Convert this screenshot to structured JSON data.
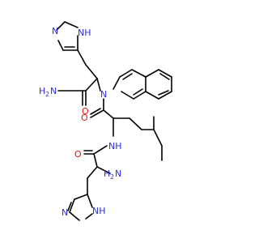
{
  "colors": {
    "bond": "#000000",
    "nitrogen": "#2d2dd6",
    "oxygen": "#e0140e",
    "background": "#ffffff"
  },
  "labels": {
    "nh_top": "NH",
    "n_top_ring": "N",
    "nh2_amide_n": "H",
    "nh2_amide_sub": "2",
    "nh2_amide_n2": "N",
    "o_amide": "O",
    "n_central": "N",
    "o_middle": "O",
    "nh_middle": "NH",
    "o_bottom": "O",
    "h2n_bottom_h": "H",
    "h2n_bottom_sub": "2",
    "h2n_bottom_n": "N",
    "nh_bottom_ring": "NH",
    "n_bottom_ring": "N"
  }
}
